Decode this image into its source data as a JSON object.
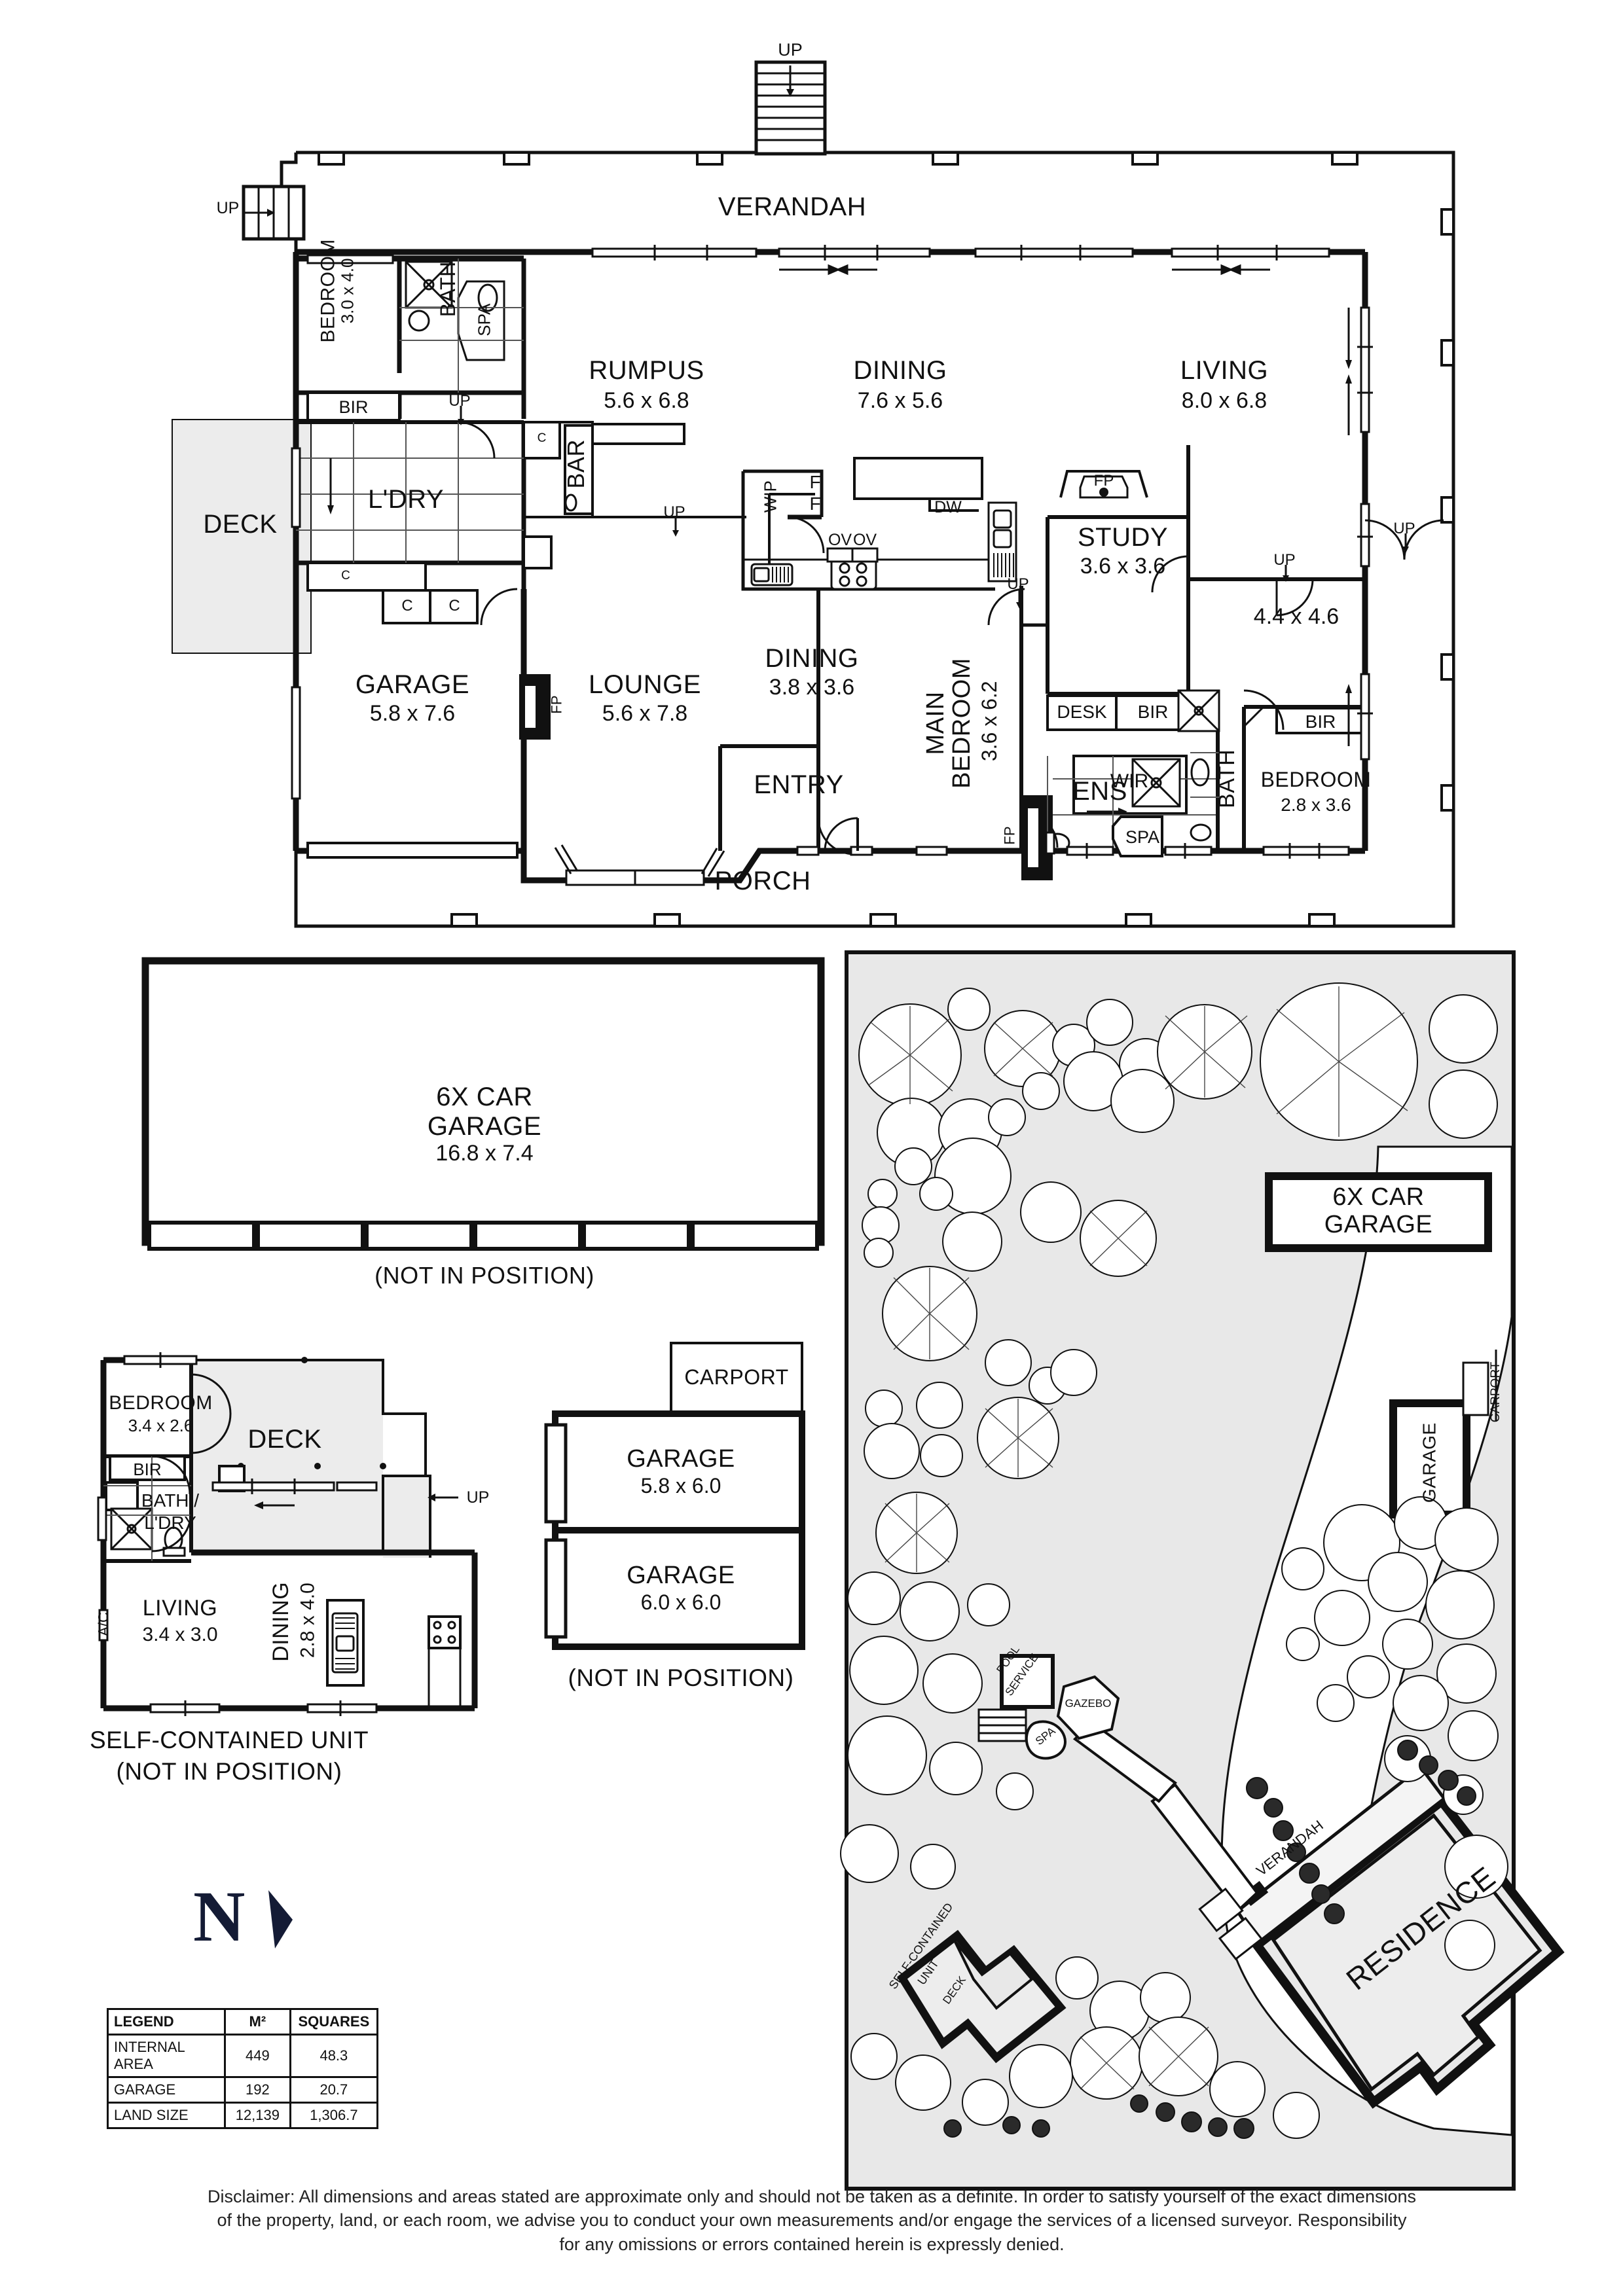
{
  "main_plan": {
    "rooms": [
      {
        "name": "VERANDAH",
        "dim": ""
      },
      {
        "name": "BEDROOM",
        "dim": "3.0 x 4.0"
      },
      {
        "name": "BATH",
        "dim": ""
      },
      {
        "name": "SPA",
        "dim": ""
      },
      {
        "name": "BIR",
        "dim": ""
      },
      {
        "name": "RUMPUS",
        "dim": "5.6 x 6.8"
      },
      {
        "name": "DINING",
        "dim": "7.6 x 5.6"
      },
      {
        "name": "LIVING",
        "dim": "8.0 x 6.8"
      },
      {
        "name": "DECK",
        "dim": ""
      },
      {
        "name": "L'DRY",
        "dim": ""
      },
      {
        "name": "BAR",
        "dim": ""
      },
      {
        "name": "C",
        "dim": ""
      },
      {
        "name": "WIP",
        "dim": ""
      },
      {
        "name": "F",
        "dim": ""
      },
      {
        "name": "DW",
        "dim": ""
      },
      {
        "name": "OV",
        "dim": ""
      },
      {
        "name": "FP",
        "dim": ""
      },
      {
        "name": "STUDY",
        "dim": "3.6 x 3.6"
      },
      {
        "name": "GARAGE",
        "dim": "5.8 x 7.6"
      },
      {
        "name": "LOUNGE",
        "dim": "5.6 x 7.8"
      },
      {
        "name": "DINING",
        "dim": "3.8 x 3.6"
      },
      {
        "name": "MAIN BEDROOM",
        "dim": "3.6 x 6.2"
      },
      {
        "name": "",
        "dim": "4.4 x 4.6"
      },
      {
        "name": "DESK",
        "dim": ""
      },
      {
        "name": "WIR",
        "dim": ""
      },
      {
        "name": "ENTRY",
        "dim": ""
      },
      {
        "name": "ENS",
        "dim": ""
      },
      {
        "name": "BATH",
        "dim": ""
      },
      {
        "name": "BEDROOM",
        "dim": "2.8 x 3.6"
      },
      {
        "name": "PORCH",
        "dim": ""
      }
    ],
    "labels": {
      "verandah": "VERANDAH",
      "bedroom_top": "BEDROOM",
      "bedroom_top_dim": "3.0 x 4.0",
      "bath_top": "BATH",
      "spa_top": "SPA",
      "bir_top": "BIR",
      "rumpus": "RUMPUS",
      "rumpus_dim": "5.6 x 6.8",
      "dining_main": "DINING",
      "dining_main_dim": "7.6 x 5.6",
      "living": "LIVING",
      "living_dim": "8.0 x 6.8",
      "deck": "DECK",
      "ldry": "L'DRY",
      "bar": "BAR",
      "c1": "C",
      "c2": "C",
      "c3": "C",
      "c4": "C",
      "wip": "WIP",
      "f1": "F",
      "f2": "F",
      "dw": "DW",
      "ov1": "OV",
      "ov2": "OV",
      "fp_study": "FP",
      "fp_lounge": "FP",
      "fp_ens": "FP",
      "study": "STUDY",
      "study_dim": "3.6 x 3.6",
      "garage": "GARAGE",
      "garage_dim": "5.8 x 7.6",
      "lounge": "LOUNGE",
      "lounge_dim": "5.6 x 7.8",
      "dining2": "DINING",
      "dining2_dim": "3.8 x 3.6",
      "main_bedroom_1": "MAIN",
      "main_bedroom_2": "BEDROOM",
      "main_bedroom_dim": "3.6 x 6.2",
      "room44": "4.4 x 4.6",
      "desk": "DESK",
      "bir_study": "BIR",
      "wir": "WIR",
      "entry": "ENTRY",
      "ens": "ENS",
      "bath_main": "BATH",
      "spa_main": "SPA",
      "bedroom_right": "BEDROOM",
      "bedroom_right_dim": "2.8 x 3.6",
      "bir_right": "BIR",
      "porch": "PORCH",
      "up1": "UP",
      "up2": "UP",
      "up3": "UP",
      "up4": "UP",
      "up5": "UP",
      "up6": "UP",
      "up7": "UP"
    }
  },
  "six_car_garage": {
    "title_line1": "6X CAR",
    "title_line2": "GARAGE",
    "dim": "16.8 x 7.4",
    "note": "(NOT IN POSITION)"
  },
  "self_contained_unit": {
    "bedroom": "BEDROOM",
    "bedroom_dim": "3.4 x 2.6",
    "bir": "BIR",
    "bath": "BATH /",
    "ldry": "L'DRY",
    "deck": "DECK",
    "up": "UP",
    "ac": "A/C",
    "living": "LIVING",
    "living_dim": "3.4 x 3.0",
    "dining": "DINING",
    "dining_dim": "2.8 x 4.0",
    "title": "SELF-CONTAINED UNIT",
    "note": "(NOT IN POSITION)"
  },
  "garages_block": {
    "carport": "CARPORT",
    "garage1": "GARAGE",
    "garage1_dim": "5.8 x 6.0",
    "garage2": "GARAGE",
    "garage2_dim": "6.0 x 6.0",
    "note": "(NOT IN POSITION)"
  },
  "site_plan": {
    "six_car_garage_line1": "6X CAR",
    "six_car_garage_line2": "GARAGE",
    "garage": "GARAGE",
    "carport": "CARPORT",
    "residence": "RESIDENCE",
    "verandah": "VERANDAH",
    "gazebo": "GAZEBO",
    "spa": "SPA",
    "pool_service_1": "POOL",
    "pool_service_2": "SERVICE",
    "self_contained_1": "SELF-CONTAINED",
    "self_contained_2": "UNIT",
    "deck": "DECK"
  },
  "north": {
    "letter": "N",
    "color": "#141b35"
  },
  "legend": {
    "headers": [
      "LEGEND",
      "M²",
      "SQUARES"
    ],
    "rows": [
      {
        "label": "INTERNAL AREA",
        "m2": "449",
        "squares": "48.3"
      },
      {
        "label": "GARAGE",
        "m2": "192",
        "squares": "20.7"
      },
      {
        "label": "LAND SIZE",
        "m2": "12,139",
        "squares": "1,306.7"
      }
    ]
  },
  "disclaimer": {
    "line1": "Disclaimer: All dimensions and areas stated are approximate only and should not be taken as a definite. In order to satisfy yourself of the exact dimensions",
    "line2": "of the property, land, or each room, we advise you to conduct your own measurements and/or engage the services of a licensed surveyor. Responsibility",
    "line3": "for any omissions or errors contained herein is expressly denied."
  }
}
